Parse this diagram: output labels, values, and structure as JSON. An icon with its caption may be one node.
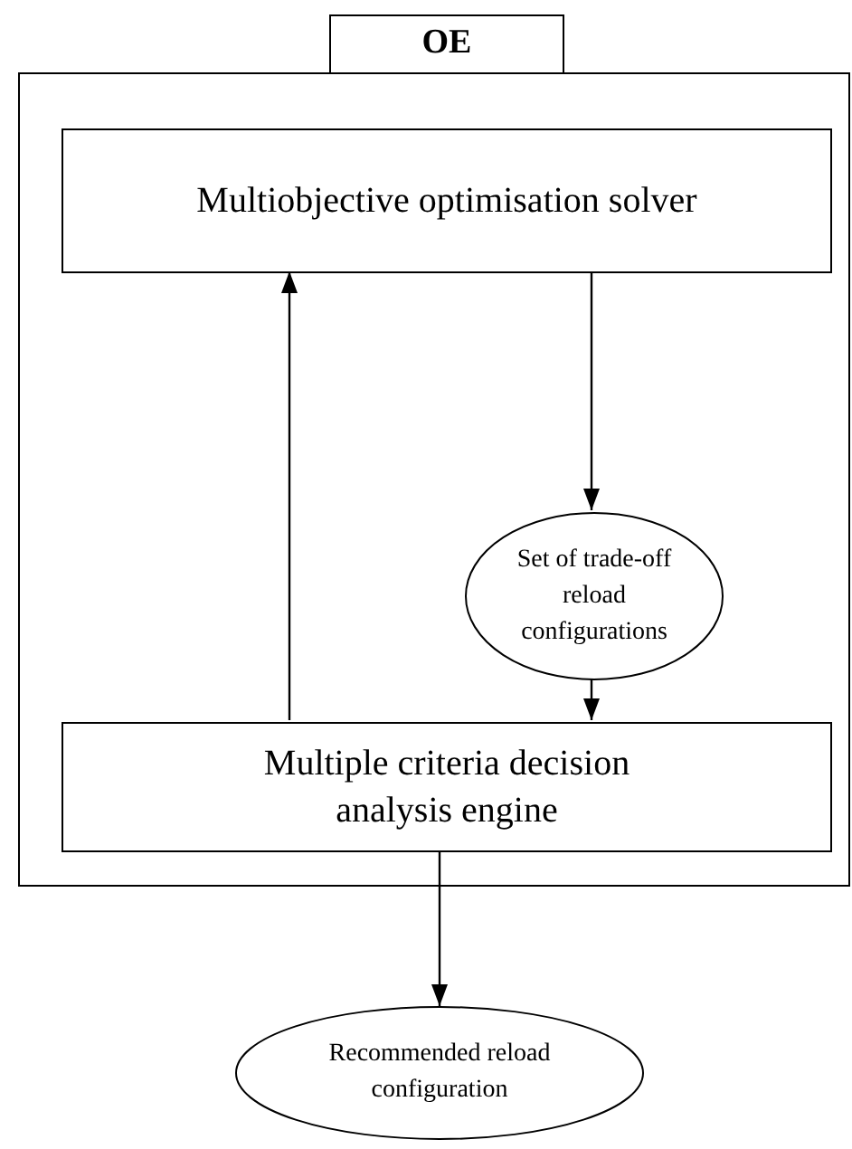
{
  "diagram": {
    "nodes": [
      {
        "text": [
          "OE"
        ]
      },
      {
        "text": [
          "Multiobjective optimisation solver"
        ],
        "in": 0
      },
      {
        "text": [
          "Set of trade-off reload configurations"
        ],
        "in": 0
      },
      {
        "text": [
          "Multiple criteria decision analysis engine"
        ],
        "in": 0
      },
      {
        "text": [
          "Recommended reload configuration"
        ]
      }
    ],
    "edges": [
      {
        "from": 1,
        "to": 2,
        "arrow": "to"
      },
      {
        "from": 2,
        "to": 3,
        "arrow": "to"
      },
      {
        "from": 3,
        "to": 1,
        "arrow": "to"
      },
      {
        "from": 3,
        "to": 4,
        "arrow": "to"
      }
    ]
  }
}
